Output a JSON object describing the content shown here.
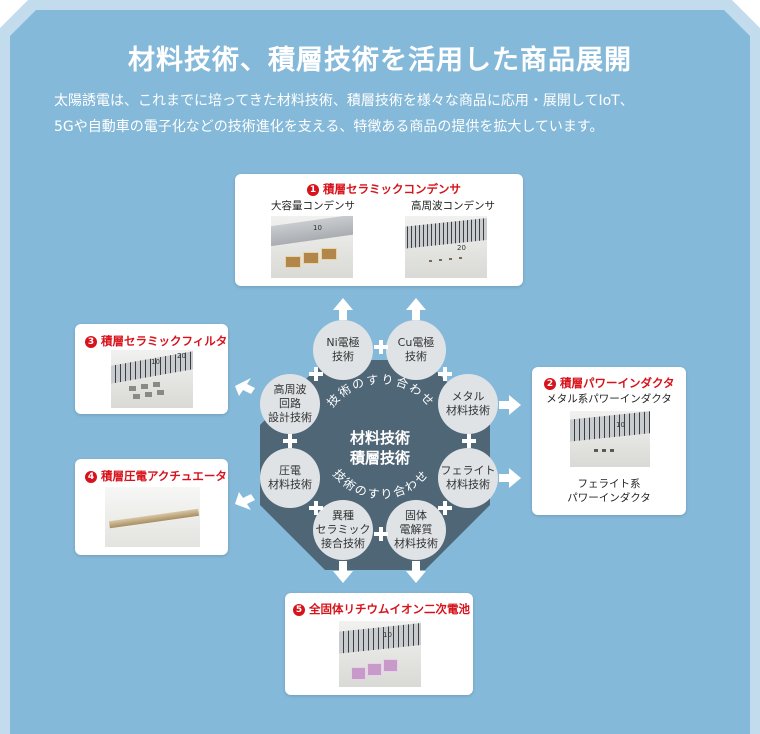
{
  "title": "材料技術、積層技術を活用した商品展開",
  "intro": {
    "line1": "太陽誘電は、これまでに培ってきた材料技術、積層技術を様々な商品に応用・展開してIoT、",
    "line2": "5Gや自動車の電子化などの技術進化を支える、特徴ある商品の提供を拡大しています。"
  },
  "center": {
    "line1": "材料技術",
    "line2": "積層技術",
    "arc_top": "技術のすり合わせ",
    "arc_bottom": "技術のすり合わせ"
  },
  "nodes": [
    {
      "id": "ni",
      "line1": "Ni電極",
      "line2": "技術"
    },
    {
      "id": "cu",
      "line1": "Cu電極",
      "line2": "技術"
    },
    {
      "id": "metal",
      "line1": "メタル",
      "line2": "材料技術"
    },
    {
      "id": "ferrite",
      "line1": "フェライト",
      "line2": "材料技術"
    },
    {
      "id": "solid",
      "line1": "固体",
      "line2": "電解質",
      "line3": "材料技術"
    },
    {
      "id": "hetero",
      "line1": "異種",
      "line2": "セラミック",
      "line3": "接合技術"
    },
    {
      "id": "piezo",
      "line1": "圧電",
      "line2": "材料技術"
    },
    {
      "id": "hf",
      "line1": "高周波",
      "line2": "回路",
      "line3": "設計技術"
    }
  ],
  "products": {
    "p1": {
      "num": "1",
      "title": "積層セラミックコンデンサ",
      "sub_left": "大容量コンデンサ",
      "sub_right": "高周波コンデンサ"
    },
    "p2": {
      "num": "2",
      "title": "積層パワーインダクタ",
      "sub_top": "メタル系パワーインダクタ",
      "sub_bottom1": "フェライト系",
      "sub_bottom2": "パワーインダクタ"
    },
    "p3": {
      "num": "3",
      "title": "積層セラミックフィルタ"
    },
    "p4": {
      "num": "4",
      "title": "積層圧電アクチュエータ"
    },
    "p5": {
      "num": "5",
      "title": "全固体リチウムイオン二次電池"
    }
  },
  "ruler_numbers": {
    "r1a": "10",
    "r1b": "20",
    "r3a": "10",
    "r3b": "20",
    "r2a": "10",
    "r5a": "10"
  },
  "colors": {
    "background": "#85b9d9",
    "frame": "#c3dced",
    "octagon": "#4f6676",
    "node_circle": "#dfe3e6",
    "arrow": "#ffffff",
    "accent_red": "#d8121b"
  }
}
